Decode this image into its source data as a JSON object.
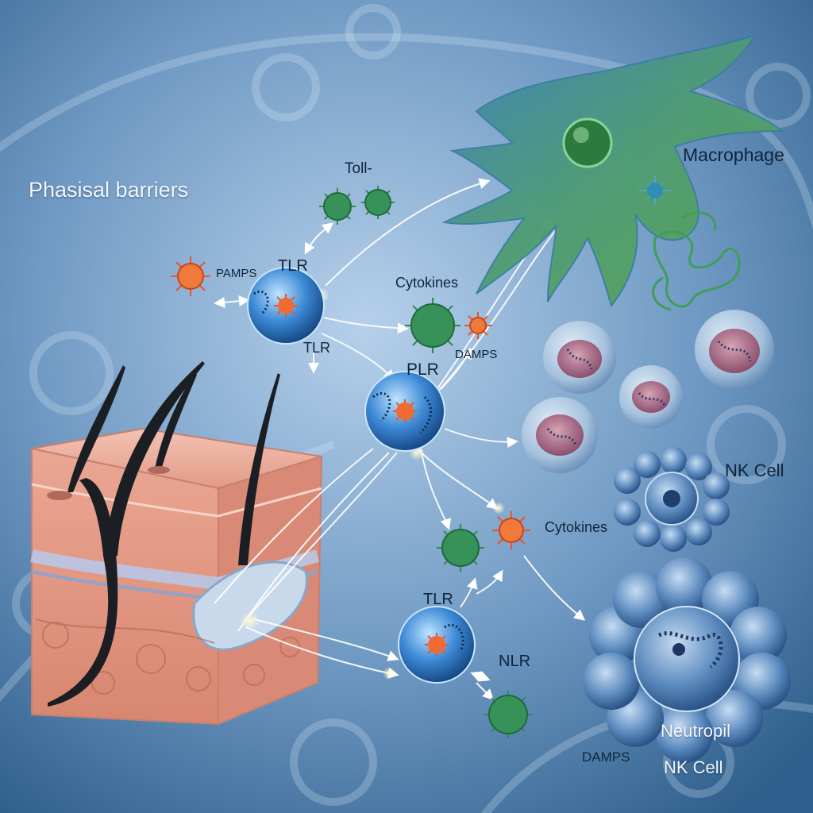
{
  "labels": {
    "physical_barriers": "Phasisal barriers",
    "toll": "Toll-",
    "pamps": "PAMPS",
    "tlr_top": "TLR",
    "tlr_mid": "TLR",
    "cytokines_top": "Cytokines",
    "damps_mid": "DAMPS",
    "plr": "PLR",
    "macrophage": "Macrophage",
    "nk_cell_top": "NK Cell",
    "cytokines_bottom": "Cytokines",
    "tlr_bottom": "TLR",
    "nlr": "NLR",
    "neutrophil": "Neutropil",
    "damps_bottom": "DAMPS",
    "nk_cell_bottom": "NK Cell"
  },
  "colors": {
    "background_light": "#a9c6e2",
    "background_dark": "#2f5f8c",
    "pathogen_orange": "#e8562a",
    "virus_green": "#2f8a50",
    "cell_blue": "#2d78c8",
    "macrophage_green": "#4a9a5a",
    "skin_pink": "#e9a696",
    "hair_black": "#1b1e23"
  }
}
